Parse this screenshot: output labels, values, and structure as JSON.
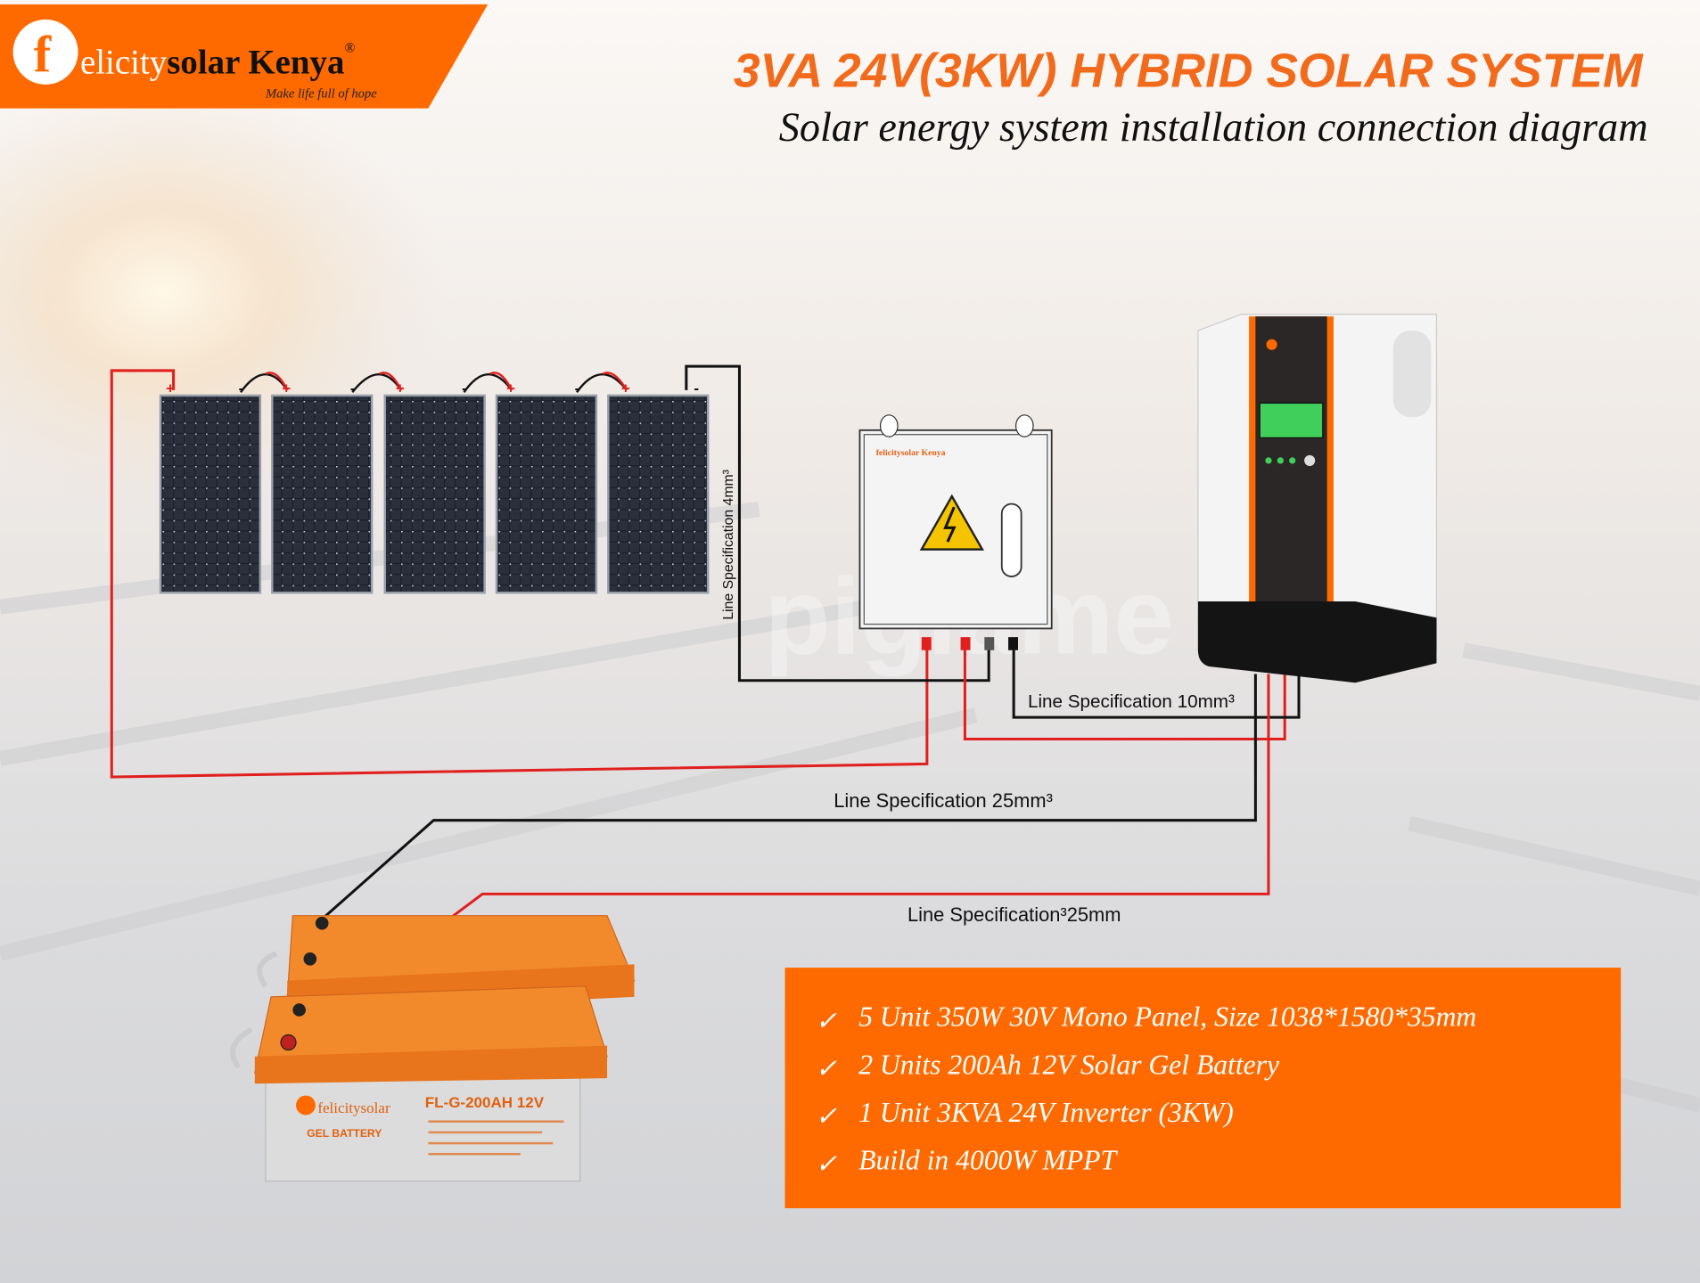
{
  "header": {
    "logo_letter": "f",
    "logo_brand_light": "elicity",
    "logo_brand_dark": "solar Kenya",
    "logo_registered": "®",
    "logo_tagline": "Make life full of hope",
    "title": "3VA 24V(3KW) HYBRID SOLAR SYSTEM",
    "subtitle": "Solar energy system installation connection diagram"
  },
  "panels": {
    "count": 5,
    "terminal_plus": "+",
    "terminal_minus": "-"
  },
  "wiring": {
    "panel_to_box": "Line Specification 4mm³",
    "box_to_inverter": "Line Specification 10mm³",
    "inverter_to_battery_neg": "Line Specification 25mm³",
    "inverter_to_battery_pos": "Line Specification³25mm"
  },
  "battery": {
    "brand": "felicitysolar",
    "model": "FL-G-200AH 12V",
    "type": "GEL BATTERY"
  },
  "features": [
    "5 Unit 350W 30V Mono Panel, Size 1038*1580*35mm",
    "2 Units 200Ah 12V Solar Gel Battery",
    "1 Unit 3KVA 24V Inverter (3KW)",
    "Build in 4000W MPPT"
  ],
  "watermark": "pigiame",
  "colors": {
    "brand_orange": "#ff6a00",
    "title_orange": "#f26a1b",
    "wire_red": "#e0201f",
    "wire_black": "#111111",
    "lcd_green": "#3fcf5a"
  }
}
